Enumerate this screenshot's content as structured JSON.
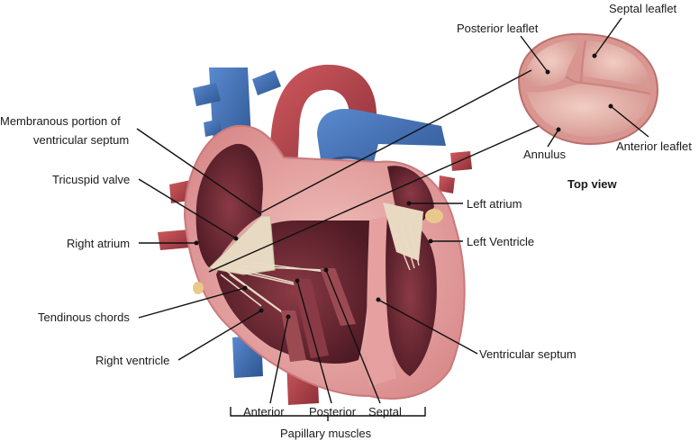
{
  "labels": {
    "membranous_line1": "Membranous portion of",
    "membranous_line2": "ventricular septum",
    "tricuspid_valve": "Tricuspid valve",
    "right_atrium": "Right atrium",
    "tendinous_chords": "Tendinous chords",
    "right_ventricle": "Right ventricle",
    "anterior": "Anterior",
    "posterior": "Posterior",
    "septal": "Septal",
    "papillary_muscles": "Papillary muscles",
    "ventricular_septum": "Ventricular septum",
    "left_atrium": "Left atrium",
    "left_ventricle": "Left Ventricle",
    "posterior_leaflet": "Posterior leaflet",
    "septal_leaflet": "Septal leaflet",
    "anterior_leaflet": "Anterior leaflet",
    "annulus": "Annulus",
    "top_view": "Top view"
  },
  "colors": {
    "vein_blue": "#3f6fb5",
    "artery_red": "#b8444b",
    "myocardium_pink": "#e9a9a8",
    "chamber_dark": "#6e2a35",
    "valve_cream": "#e8d9c2",
    "leaflet_pink": "#e8b7ae"
  }
}
